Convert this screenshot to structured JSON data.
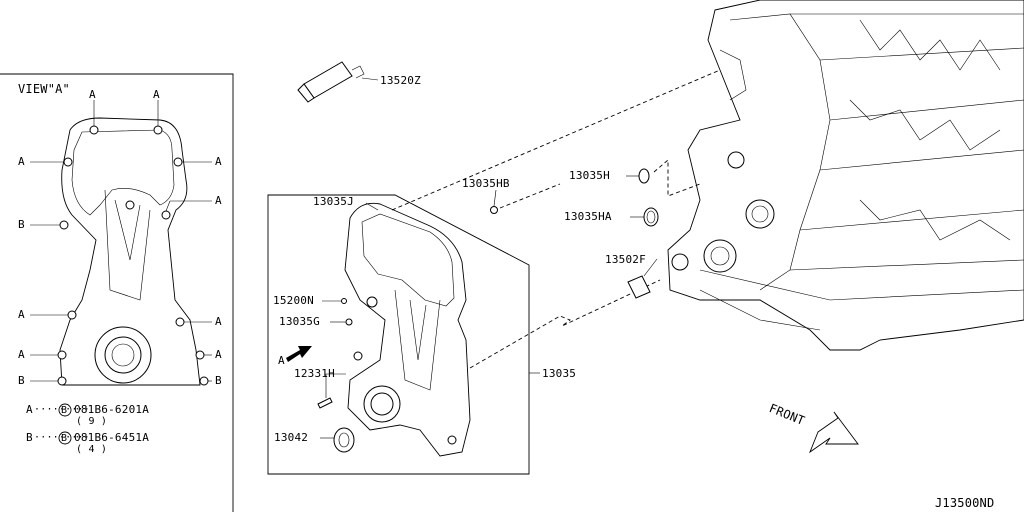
{
  "view": {
    "title": "VIEW\"A\"",
    "label_a": "A",
    "label_b": "B"
  },
  "legend": {
    "a_key": "A",
    "a_dots": "·········",
    "a_code": "081B6-6201A",
    "a_qty": "( 9 )",
    "b_key": "B",
    "b_dots": "·········",
    "b_code": "081B6-6451A",
    "b_qty": "( 4 )",
    "bolt_symbol": "B"
  },
  "parts": {
    "p13520Z": "13520Z",
    "p13035J": "13035J",
    "p13035HB": "13035HB",
    "p13035H": "13035H",
    "p13035HA": "13035HA",
    "p13502F": "13502F",
    "p15200N": "15200N",
    "p13035G": "13035G",
    "p12331H": "12331H",
    "p13042": "13042",
    "p13035": "13035",
    "view_arrow": "A"
  },
  "front": "FRONT",
  "diagram_code": "J13500ND"
}
